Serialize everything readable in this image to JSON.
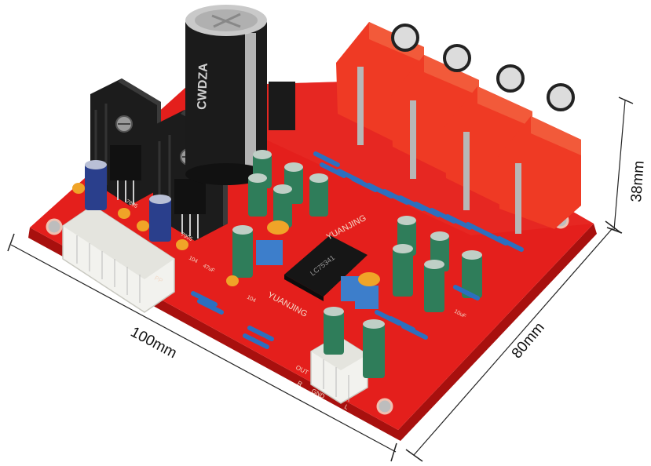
{
  "image": {
    "subject": "audio-board-product-photo"
  },
  "dimensions": {
    "width_label": "100mm",
    "depth_label": "80mm",
    "height_label": "38mm"
  },
  "board": {
    "brand_text_1": "YUANJING",
    "brand_text_2": "YUANJING",
    "silkscreen_10uf": "10uF",
    "silkscreen_104_a": "104",
    "silkscreen_104_b": "104",
    "silkscreen_47uf": "47uF",
    "silkscreen_7805": "7805",
    "silkscreen_7905": "7905",
    "silkscreen_out": "OUT",
    "silkscreen_r": "R",
    "silkscreen_gnd": "GND",
    "silkscreen_l": "L",
    "silkscreen_pp": "PP",
    "capacitor_brand": "CWDZA",
    "chip_label": "LC75341"
  },
  "colors": {
    "pcb_red": "#e41f1c",
    "pcb_edge": "#b91210",
    "jack_red": "#ef3a24",
    "cap_green": "#2f7d5a",
    "cap_blue": "#2a3f8c",
    "heatsink": "#1c1c1c",
    "connector": "#f2f2ee"
  }
}
